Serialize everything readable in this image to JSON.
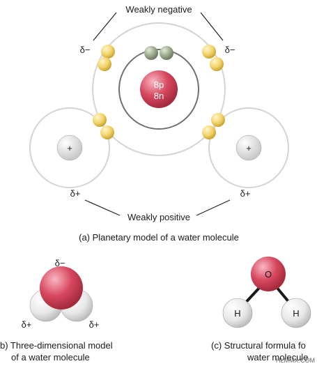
{
  "colors": {
    "shell_stroke": "#d4d4d4",
    "inner_shell_stroke": "#707070",
    "oxygen_fill": "#d8485f",
    "electron_fill": "#f2d36a",
    "shared_electron_fill": "#9aa88c",
    "hydrogen_fill": "#e8e8e8"
  },
  "panel_a": {
    "weakly_negative": "Weakly negative",
    "weakly_positive": "Weakly positive",
    "delta_minus_left": "δ−",
    "delta_minus_right": "δ−",
    "delta_plus_left": "δ+",
    "delta_plus_right": "δ+",
    "protons": "8p",
    "neutrons": "8n",
    "h_left_plus": "+",
    "h_right_plus": "+",
    "caption": "(a) Planetary model of a water molecule"
  },
  "panel_b": {
    "delta_minus": "δ−",
    "delta_plus_left": "δ+",
    "delta_plus_right": "δ+",
    "caption_line1": "b) Three-dimensional model",
    "caption_line2": "of a water molecule"
  },
  "panel_c": {
    "oxygen": "O",
    "hydrogen_left": "H",
    "hydrogen_right": "H",
    "caption_line1": "(c) Structural formula fo",
    "caption_line2": "water molecule"
  },
  "watermark": "HLMMX.COM"
}
